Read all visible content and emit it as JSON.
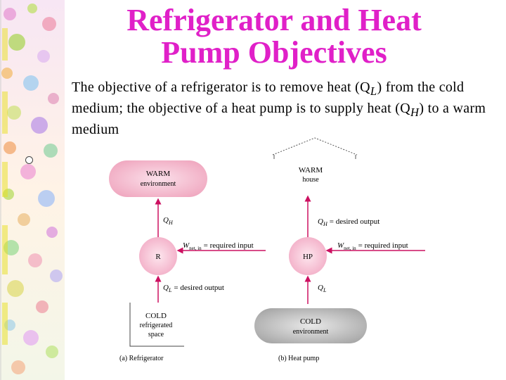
{
  "slide": {
    "title_line1": "Refrigerator and Heat",
    "title_line2": "Pump Objectives",
    "text": {
      "p1": "The objective of a refrigerator is to remove heat (Q",
      "sub_l": "L",
      "p2": ") from the cold medium; the objective of a heat pump is to supply heat (Q",
      "sub_h": "H",
      "p3": ") to a warm medium"
    }
  },
  "diagram": {
    "refrigerator": {
      "warm_line1": "WARM",
      "warm_line2": "environment",
      "qh": "Q",
      "qh_sub": "H",
      "device": "R",
      "w_label": "W",
      "w_sub": "net, in",
      "w_text": "= required input",
      "ql": "Q",
      "ql_sub": "L",
      "ql_text": "= desired output",
      "cold_line1": "COLD",
      "cold_line2": "refrigerated",
      "cold_line3": "space",
      "caption": "(a) Refrigerator"
    },
    "heatpump": {
      "warm_line1": "WARM",
      "warm_line2": "house",
      "qh": "Q",
      "qh_sub": "H",
      "qh_text": "= desired output",
      "device": "HP",
      "w_label": "W",
      "w_sub": "net, in",
      "w_text": "= required input",
      "ql": "Q",
      "ql_sub": "L",
      "cold_line1": "COLD",
      "cold_line2": "environment",
      "caption": "(b) Heat pump"
    },
    "colors": {
      "title": "#e020c8",
      "warm_fill": "#f4b8cc",
      "device_fill": "#f6bfd2",
      "cold_fill": "#b8b8b8"
    }
  }
}
